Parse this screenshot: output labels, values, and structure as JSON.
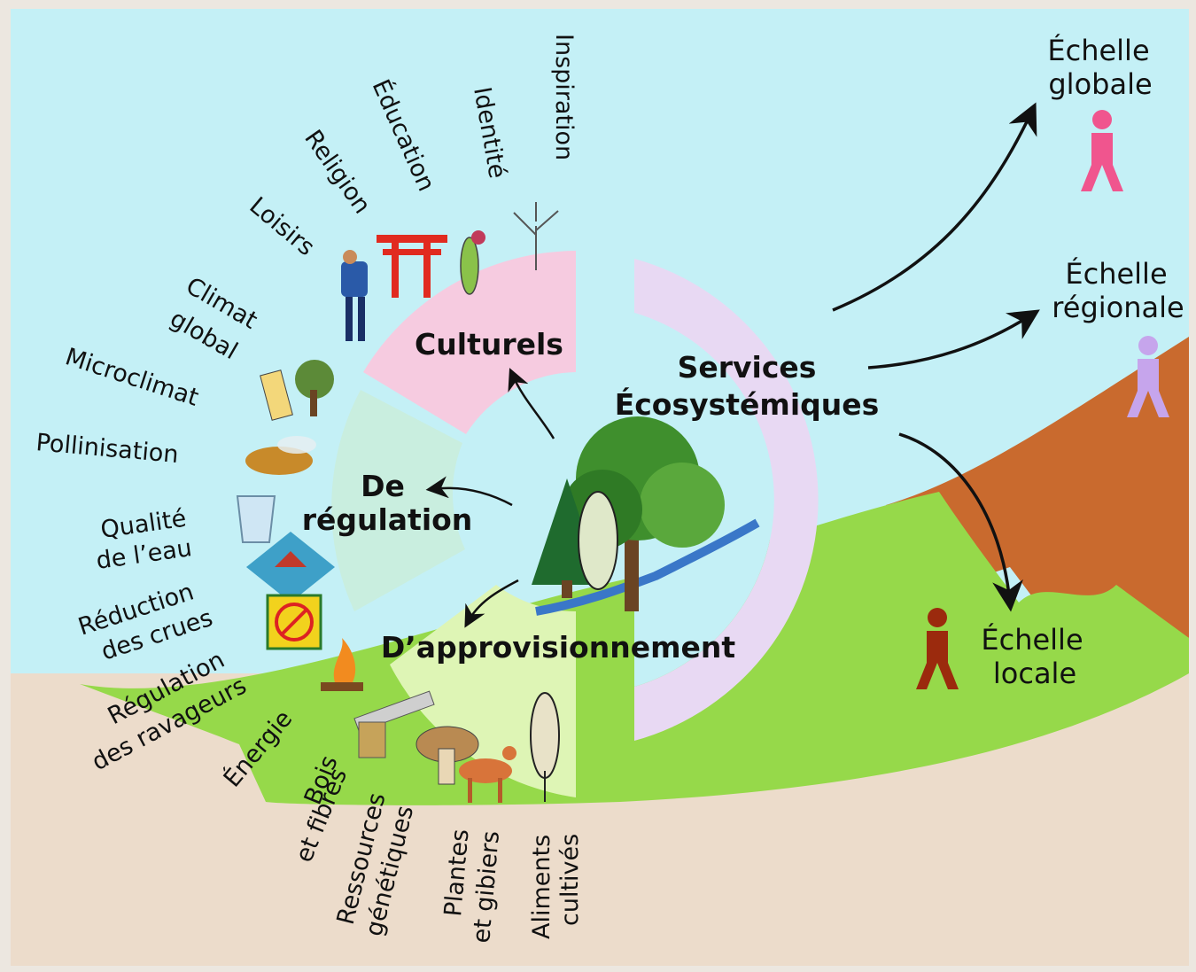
{
  "center": {
    "line1": "Services",
    "line2": "Écosystémiques"
  },
  "segments": {
    "cultural": "Culturels",
    "regulation_line1": "De",
    "regulation_line2": "régulation",
    "provisioning": "D’approvisionnement"
  },
  "cultural_items": [
    "Inspiration",
    "Identité",
    "Éducation",
    "Religion",
    "Loisirs"
  ],
  "regulation_items": {
    "climat": [
      "Climat",
      "global"
    ],
    "microclimat": "Microclimat",
    "pollinisation": "Pollinisation",
    "eau": [
      "Qualité",
      "de l’eau"
    ],
    "crues": [
      "Réduction",
      "des crues"
    ],
    "ravageurs": [
      "Régulation",
      "des ravageurs"
    ]
  },
  "provisioning_items": {
    "energie": "Énergie",
    "bois": [
      "Bois",
      "et fibres"
    ],
    "ressources": [
      "Ressources",
      "génétiques"
    ],
    "plantes": [
      "Plantes",
      "et gibiers"
    ],
    "aliments": [
      "Aliments",
      "cultivés"
    ]
  },
  "scales": {
    "global": [
      "Échelle",
      "globale"
    ],
    "regional": [
      "Échelle",
      "régionale"
    ],
    "local": [
      "Échelle",
      "locale"
    ]
  },
  "colors": {
    "sky": "#c4f0f6",
    "ground": "#ecdccb",
    "grass": "#96d94a",
    "mountain": "#c96a2e",
    "cultural": "#f6cbe0",
    "regulation": "#c9eedf",
    "provisioning": "#def5b5",
    "services": "#e8d9f3",
    "figure_global": "#f0558e",
    "figure_regional": "#c6a5ec",
    "figure_local": "#9b2a0d"
  }
}
